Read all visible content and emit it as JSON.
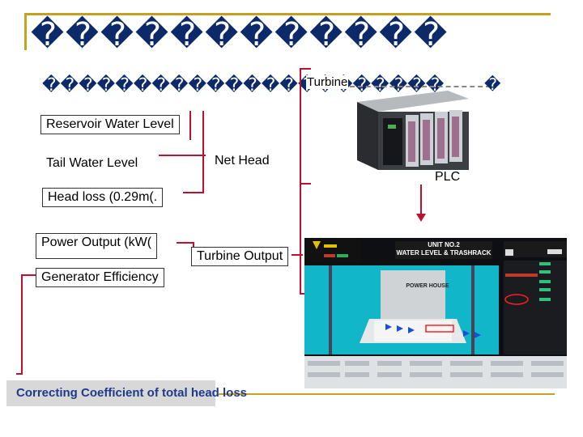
{
  "slide": {
    "title": "������������",
    "subtitle": "����������������������",
    "turbine_label": "Turbine",
    "end_glyph": "�"
  },
  "flow": {
    "reservoir": "Reservoir Water Level",
    "tail": "Tail Water Level",
    "net_head": "Net Head",
    "head_loss": "Head loss (0.29m(.",
    "power_output": "Power Output (kW(",
    "turbine_output": "Turbine Output",
    "gen_eff": "Generator Efficiency"
  },
  "plc": {
    "label": "PLC"
  },
  "scada": {
    "header_title": "UNIT NO.2",
    "header_subtitle": "WATER LEVEL & TRASHRACK",
    "powerhouse_label": "POWER HOUSE"
  },
  "footer": {
    "text": "Correcting Coefficient  of  total head loss"
  },
  "colors": {
    "accent_line": "#c01030",
    "frame": "#c8a020",
    "title_text": "#0c2a6a",
    "footer_text": "#1e3a8a"
  }
}
